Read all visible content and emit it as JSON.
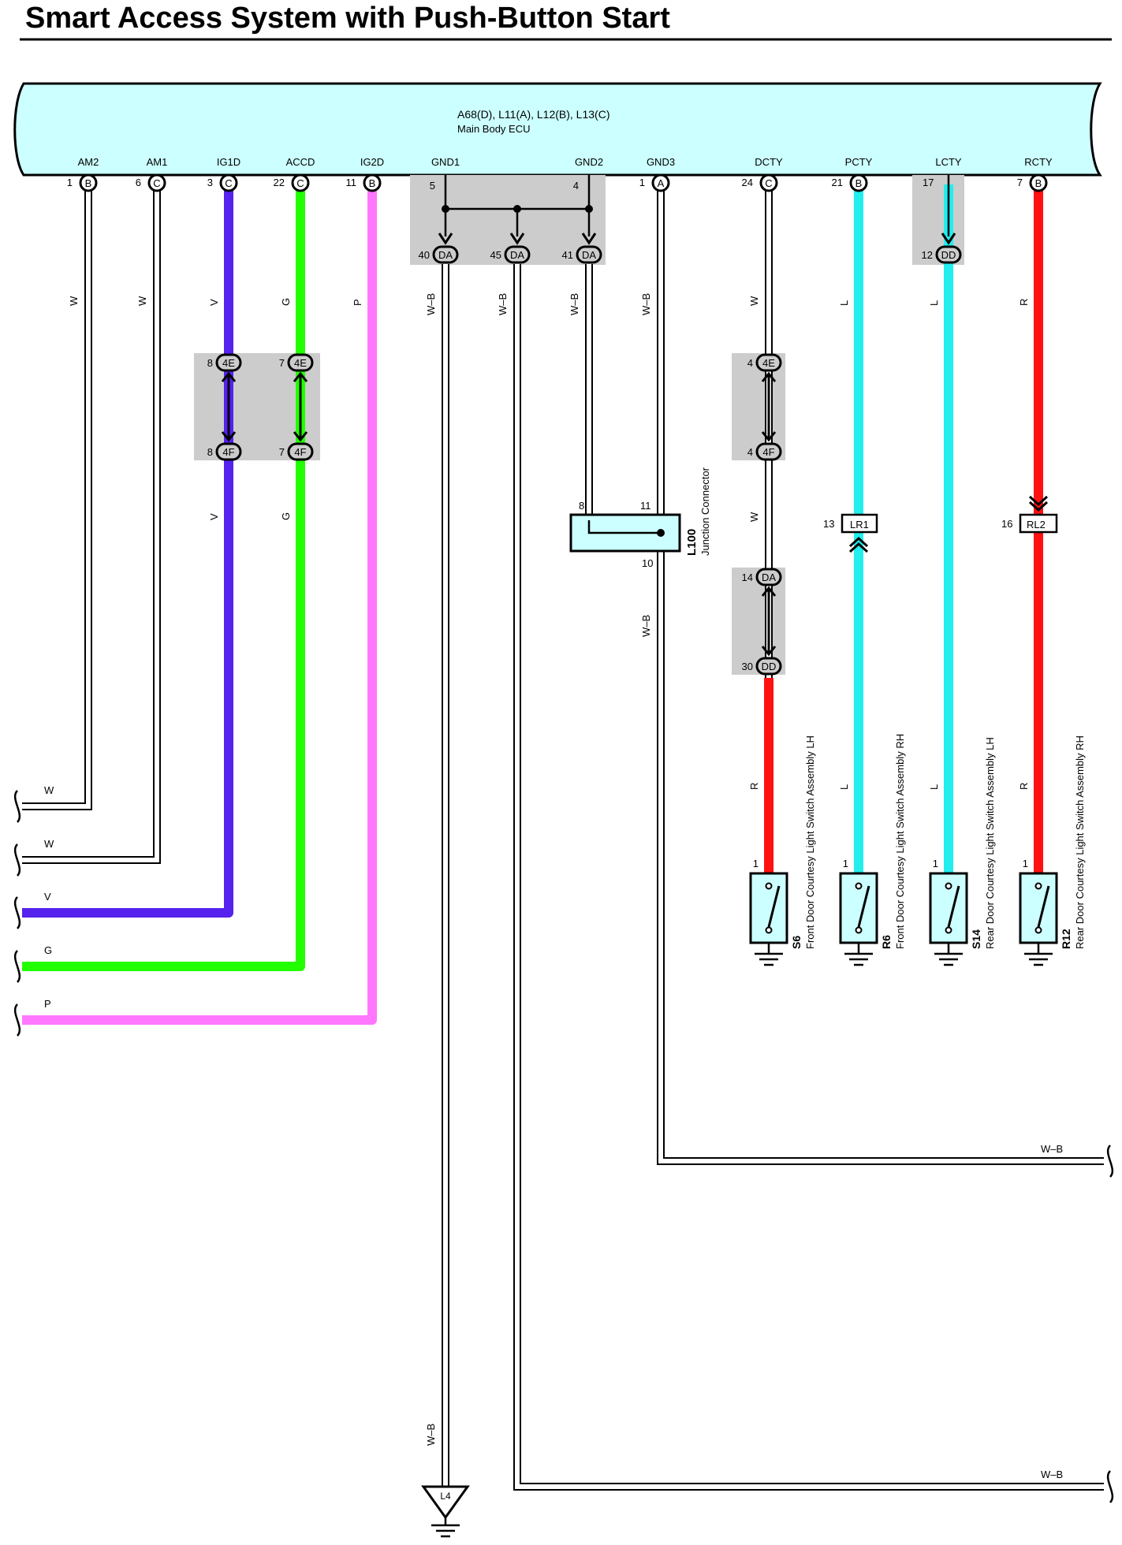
{
  "title": "Smart Access System with Push-Button Start",
  "ecu": {
    "connectors": "A68(D), L11(A), L12(B), L13(C)",
    "name": "Main Body ECU",
    "pins": [
      {
        "label": "AM2",
        "pin": "1",
        "conn": "B"
      },
      {
        "label": "AM1",
        "pin": "6",
        "conn": "C"
      },
      {
        "label": "IG1D",
        "pin": "3",
        "conn": "C"
      },
      {
        "label": "ACCD",
        "pin": "22",
        "conn": "C"
      },
      {
        "label": "IG2D",
        "pin": "11",
        "conn": "B"
      },
      {
        "label": "GND1",
        "pin": "5",
        "conn": ""
      },
      {
        "label": "GND2",
        "pin": "4",
        "conn": ""
      },
      {
        "label": "GND3",
        "pin": "1",
        "conn": "A"
      },
      {
        "label": "DCTY",
        "pin": "24",
        "conn": "C"
      },
      {
        "label": "PCTY",
        "pin": "21",
        "conn": "B"
      },
      {
        "label": "LCTY",
        "pin": "17",
        "conn": ""
      },
      {
        "label": "RCTY",
        "pin": "7",
        "conn": "B"
      }
    ]
  },
  "colors": {
    "ecu_fill": "#ccffff",
    "white_wire": "#ffffff",
    "violet_wire": "#5522ee",
    "green_wire": "#22ff00",
    "pink_wire": "#ff77ff",
    "blue_wire": "#22eeee",
    "red_wire": "#ff1111",
    "inline_box": "#cccccc"
  },
  "wire_codes": {
    "w": "W",
    "v": "V",
    "g": "G",
    "p": "P",
    "wb": "W–B",
    "l": "L",
    "r": "R"
  },
  "inline": {
    "da_40": "40",
    "da_45": "45",
    "da_41": "41",
    "dd_12": "12",
    "e4_8": "8",
    "e4_7": "7",
    "f4_8": "8",
    "f4_7": "7",
    "dcty_4e": "4",
    "dcty_4f": "4",
    "dcty_da": "14",
    "dcty_dd": "30",
    "conn_da": "DA",
    "conn_dd": "DD",
    "conn_4e": "4E",
    "conn_4f": "4F"
  },
  "junction": {
    "id": "L100",
    "name": "Junction Connector",
    "pin_a": "8",
    "pin_b": "11",
    "pin_c": "10"
  },
  "lr1": {
    "pin": "13",
    "label": "LR1"
  },
  "rl2": {
    "pin": "16",
    "label": "RL2"
  },
  "ground_point": "L4",
  "switches": [
    {
      "id": "S6",
      "name": "Front Door Courtesy Light Switch Assembly LH",
      "pin": "1"
    },
    {
      "id": "R6",
      "name": "Front Door Courtesy Light Switch Assembly RH",
      "pin": "1"
    },
    {
      "id": "S14",
      "name": "Rear Door Courtesy Light Switch Assembly LH",
      "pin": "1"
    },
    {
      "id": "R12",
      "name": "Rear Door Courtesy Light Switch Assembly RH",
      "pin": "1"
    }
  ]
}
